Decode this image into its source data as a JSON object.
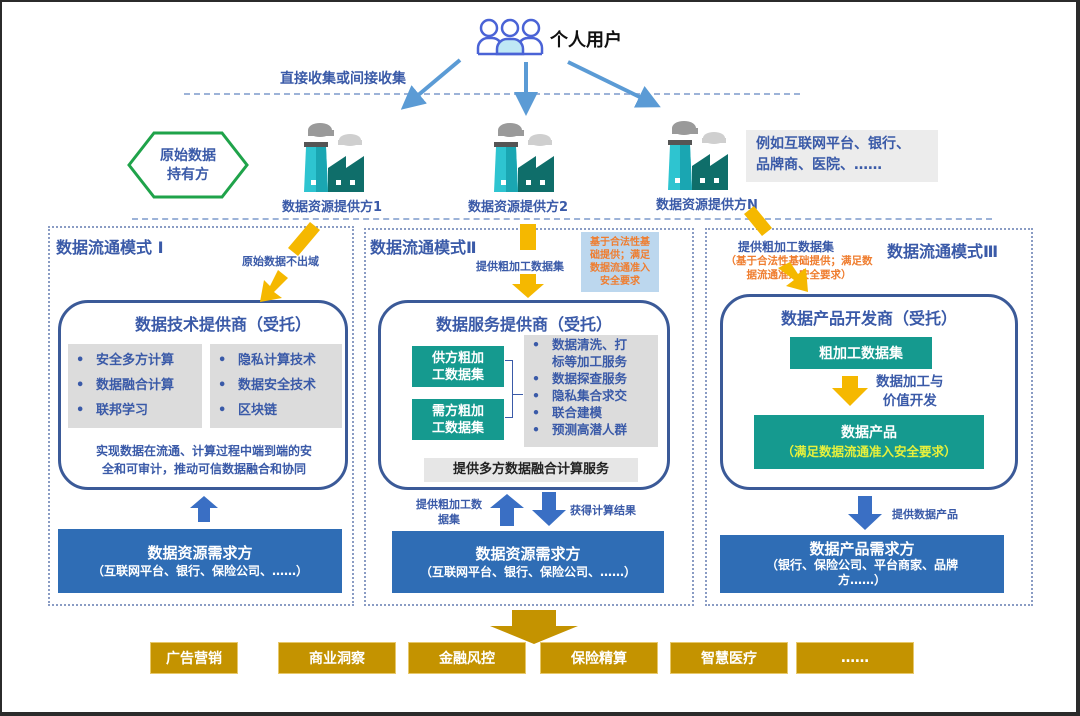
{
  "top": {
    "user_label": "个人用户",
    "collect_label": "直接收集或间接收集",
    "holder_label_line1": "原始数据",
    "holder_label_line2": "持有方",
    "providers": [
      {
        "label": "数据资源提供方1"
      },
      {
        "label": "数据资源提供方2"
      },
      {
        "label": "数据资源提供方N"
      }
    ],
    "example_line1": "例如互联网平台、银行、",
    "example_line2": "品牌商、医院、……"
  },
  "mode1": {
    "title": "数据流通模式 I",
    "arrow_label": "原始数据不出域",
    "provider_title": "数据技术提供商（受托）",
    "left_items": [
      "安全多方计算",
      "数据融合计算",
      "联邦学习"
    ],
    "right_items": [
      "隐私计算技术",
      "数据安全技术",
      "区块链"
    ],
    "desc_line1": "实现数据在流通、计算过程中端到端的安",
    "desc_line2": "全和可审计，推动可信数据融合和协同",
    "demand_title": "数据资源需求方",
    "demand_sub": "（互联网平台、银行、保险公司、……）"
  },
  "mode2": {
    "title": "数据流通模式Ⅱ",
    "arrow_label": "提供粗加工数据集",
    "note_lines": [
      "基于合法性基",
      "础提供；满足",
      "数据流通准入",
      "安全要求"
    ],
    "provider_title": "数据服务提供商（受托）",
    "supply_box": [
      "供方粗加",
      "工数据集"
    ],
    "demand_dataset_box": [
      "需方粗加",
      "工数据集"
    ],
    "service_items": [
      "数据清洗、打标等加工服务",
      "数据探查服务",
      "隐私集合求交",
      "联合建模",
      "预测高潜人群"
    ],
    "service_item_first_line1": "数据清洗、打",
    "service_item_first_line2": "标等加工服务",
    "bottom_label": "提供多方数据融合计算服务",
    "up_label_line1": "提供粗加工数",
    "up_label_line2": "据集",
    "down_label": "获得计算结果",
    "demand_title": "数据资源需求方",
    "demand_sub": "（互联网平台、银行、保险公司、……）"
  },
  "mode3": {
    "title": "数据流通模式Ⅲ",
    "arrow_label": "提供粗加工数据集",
    "arrow_note_line1": "（基于合法性基础提供；满足数",
    "arrow_note_line2": "据流通准入安全要求）",
    "provider_title": "数据产品开发商（受托）",
    "dataset_box": "粗加工数据集",
    "process_label_line1": "数据加工与",
    "process_label_line2": "价值开发",
    "product_title": "数据产品",
    "product_sub": "（满足数据流通准入安全要求）",
    "provide_label": "提供数据产品",
    "demand_title": "数据产品需求方",
    "demand_sub_line1": "（银行、保险公司、平台商家、品牌",
    "demand_sub_line2": "方……）"
  },
  "applications": [
    "广告营销",
    "商业洞察",
    "金融风控",
    "保险精算",
    "智慧医疗",
    "……"
  ],
  "colors": {
    "primary_blue": "#3a5aa8",
    "demand_blue": "#2f6db5",
    "teal": "#159a8f",
    "gold": "#c49300",
    "yellow_arrow": "#f5b800",
    "orange_note": "#ef7d2f",
    "hexagon_green": "#1fa34a",
    "product_yellow_text": "#e6f03c"
  }
}
